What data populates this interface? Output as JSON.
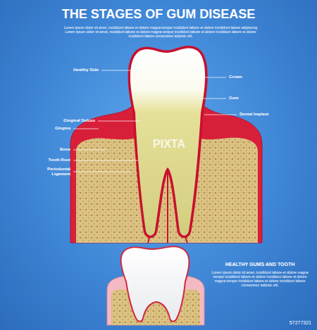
{
  "diagram": {
    "title": "THE STAGES OF GUM DISEASE",
    "labels": [
      "Lorem ipsum dolor sit amet, incididunt labore et dolore magna tempor incididunt labore et dolore incididunt labore adipiscing Lorem ipsum dolor sit amet, incididunt labore et dolore magna tempor incididunt labore et dolore incididunt labore et dolore incididunt labore consectetur adipisic elit.",
      "Healthy Side",
      "Crown",
      "Gum",
      "Gingival Sulcus",
      "Dental Implant",
      "Gingiva",
      "Bone",
      "Tooth Root",
      "Periodontal Ligament",
      "HEALTHY GUMS AND TOOTH",
      "Lorem ipsum dolor sit amet, incididunt labore et dolore magna tempor incididunt labore et dolore incididunt labore et dolore magna tempor incididunt labore et dolore incididunt labore consectetur adipisic elit.",
      "PIXTA",
      "57277321"
    ]
  }
}
